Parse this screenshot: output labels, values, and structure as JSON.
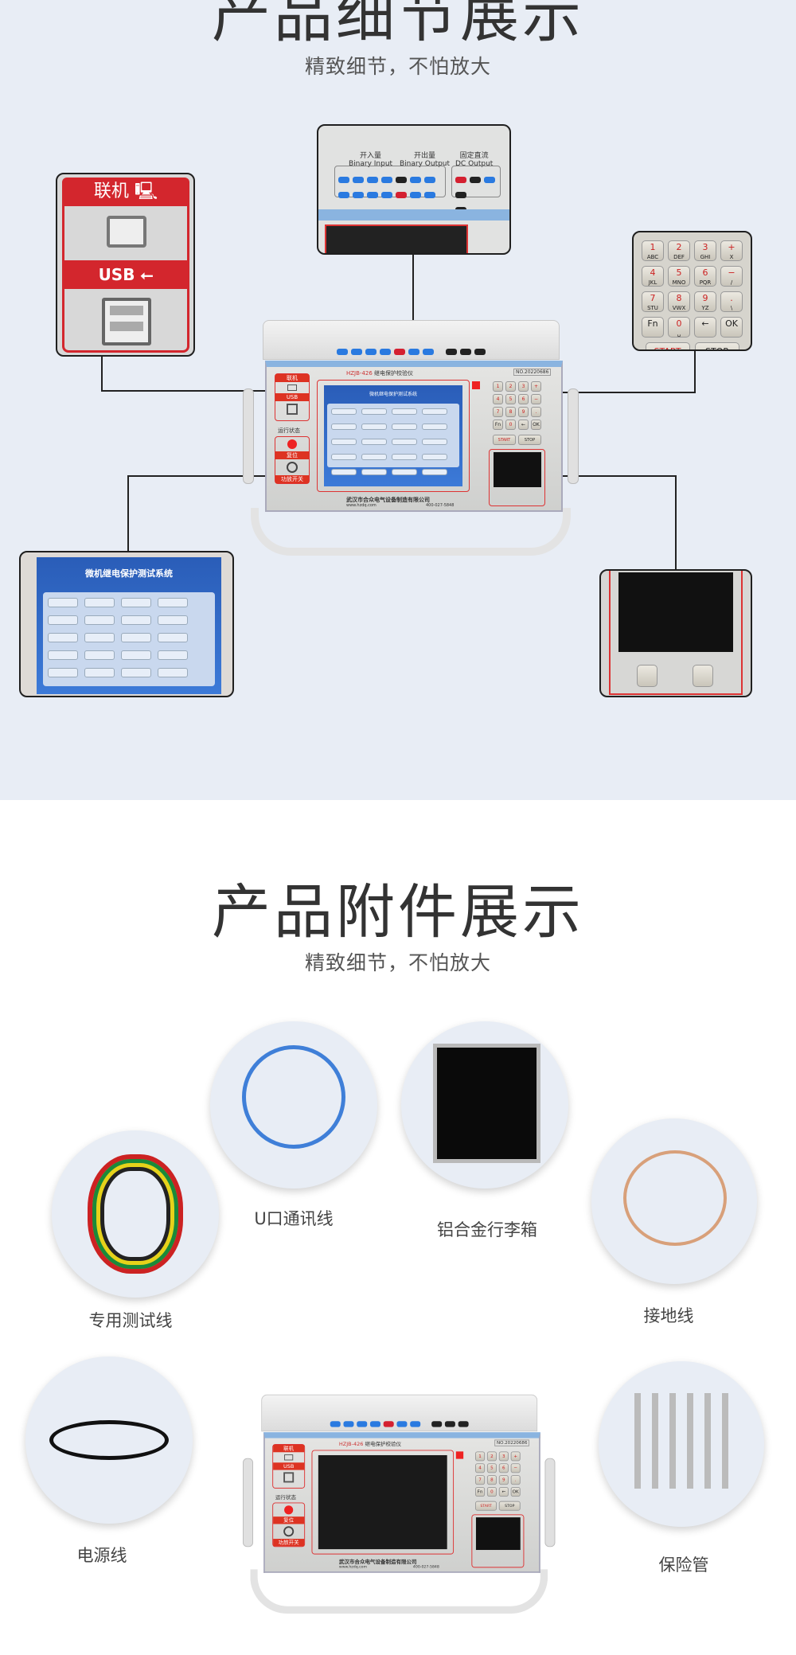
{
  "details_section": {
    "title": "产品细节展示",
    "subtitle": "精致细节，不怕放大",
    "background_color": "#e8edf5",
    "callouts": {
      "usb": {
        "online_label": "联机",
        "usb_label": "USB"
      },
      "io_panel": {
        "binary_input_cn": "开入量",
        "binary_input_en": "Binary Input",
        "binary_output_cn": "开出量",
        "binary_output_en": "Binary Output",
        "dc_output_cn": "固定直流",
        "dc_output_en": "DC Output"
      },
      "keypad": {
        "keys": [
          {
            "main": "1",
            "sub": "ABC"
          },
          {
            "main": "2",
            "sub": "DEF"
          },
          {
            "main": "3",
            "sub": "GHI"
          },
          {
            "main": "+",
            "sub": "X"
          },
          {
            "main": "4",
            "sub": "JKL"
          },
          {
            "main": "5",
            "sub": "MNO"
          },
          {
            "main": "6",
            "sub": "PQR"
          },
          {
            "main": "−",
            "sub": "/"
          },
          {
            "main": "7",
            "sub": "STU"
          },
          {
            "main": "8",
            "sub": "VWX"
          },
          {
            "main": "9",
            "sub": "YZ"
          },
          {
            "main": ".",
            "sub": "\\"
          },
          {
            "main": "Fn",
            "sub": ""
          },
          {
            "main": "0",
            "sub": "␣"
          },
          {
            "main": "←",
            "sub": ""
          },
          {
            "main": "OK",
            "sub": ""
          }
        ],
        "start": "START",
        "stop": "STOP"
      },
      "screen": {
        "software_title": "微机继电保护测试系统"
      }
    }
  },
  "device": {
    "model": "HZJB-426",
    "name": "继电保护校验仪",
    "serial": "NO.20220686",
    "online": "联机",
    "usb": "USB",
    "run_status": "运行状态",
    "reset": "复位",
    "amp_switch": "功放开关",
    "software_title": "微机继电保护测试系统",
    "company": "武汉市合众电气设备制造有限公司",
    "website": "www.hzdq.com",
    "phone": "400-027-5848",
    "start": "START",
    "stop": "STOP"
  },
  "accessories_section": {
    "title": "产品附件展示",
    "subtitle": "精致细节，不怕放大",
    "items": [
      {
        "label": "U口通讯线",
        "icon": "usb-cable"
      },
      {
        "label": "铝合金行李箱",
        "icon": "aluminum-case"
      },
      {
        "label": "专用测试线",
        "icon": "test-leads"
      },
      {
        "label": "接地线",
        "icon": "ground-wire"
      },
      {
        "label": "电源线",
        "icon": "power-cord"
      },
      {
        "label": "保险管",
        "icon": "fuse"
      }
    ]
  }
}
